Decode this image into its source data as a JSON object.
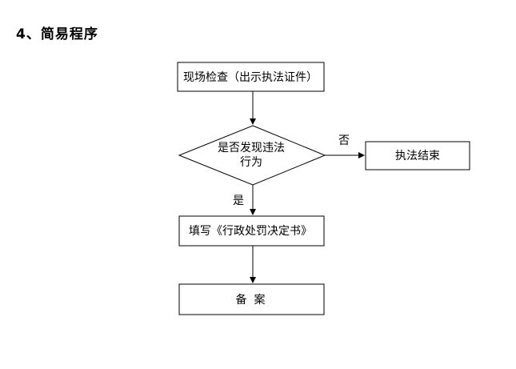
{
  "heading": "4、简易程序",
  "nodes": {
    "inspection": "现场检查（出示执法证件）",
    "decision_line1": "是否发现违法",
    "decision_line2": "行为",
    "end": "执法结束",
    "fill_form": "填写《行政处罚决定书》",
    "record": "备  案"
  },
  "edges": {
    "no_label": "否",
    "yes_label": "是"
  }
}
